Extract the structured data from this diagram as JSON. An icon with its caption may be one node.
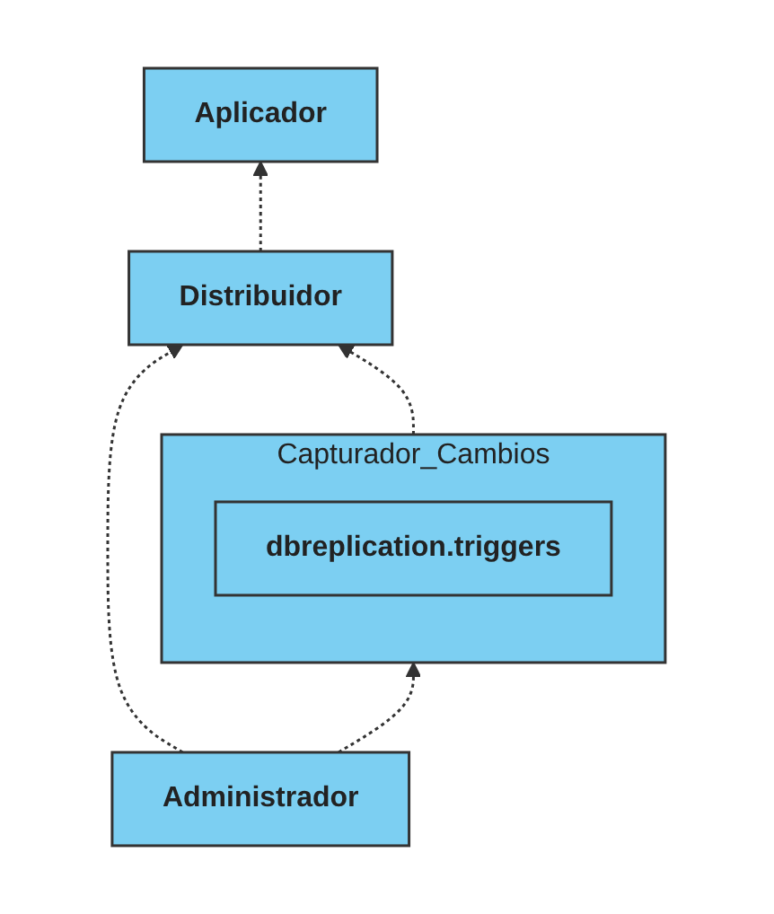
{
  "diagram": {
    "nodes": [
      {
        "text": [
          "Aplicador"
        ]
      },
      {
        "text": [
          "Administrador"
        ]
      },
      {
        "text": [
          "Distribuidor"
        ]
      },
      {
        "text": [
          "Capturador_Cambios"
        ]
      },
      {
        "text": [
          "dbreplication.triggers"
        ],
        "in": 3
      }
    ],
    "edges": [
      {
        "from": 2,
        "to": 0,
        "arrow": "to",
        "style": "dashed"
      },
      {
        "from": 1,
        "to": 2,
        "arrow": "to",
        "style": "dashed"
      },
      {
        "from": 1,
        "to": 3,
        "arrow": "to",
        "style": "dashed"
      },
      {
        "from": 3,
        "to": 2,
        "arrow": "to",
        "style": "dashed"
      }
    ]
  }
}
